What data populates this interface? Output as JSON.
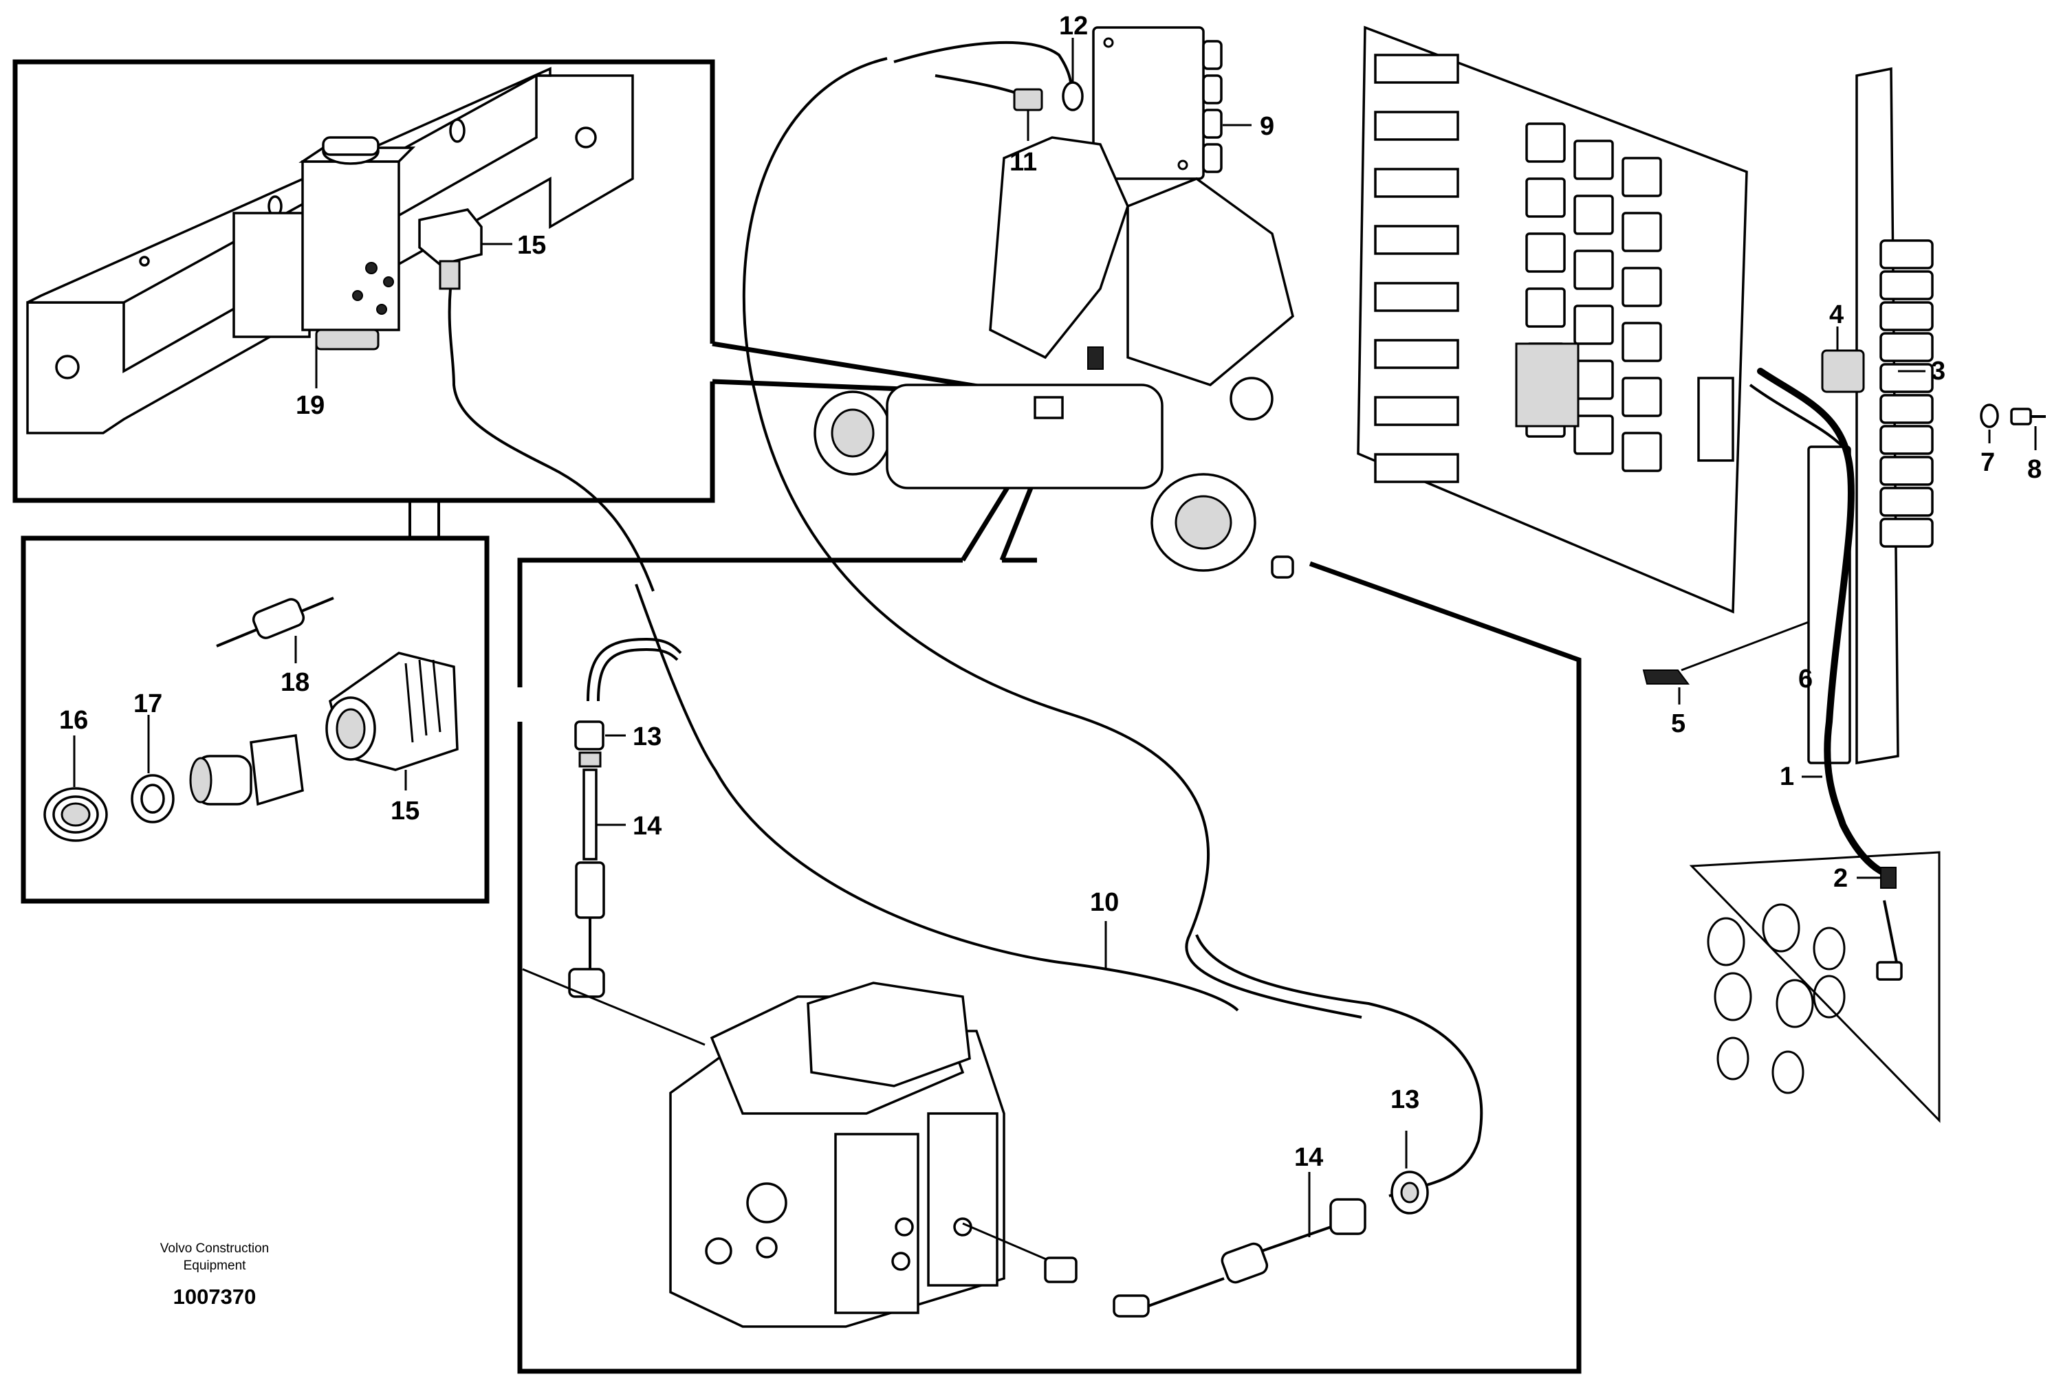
{
  "callouts": {
    "c1": "1",
    "c2": "2",
    "c3": "3",
    "c4": "4",
    "c5": "5",
    "c6": "6",
    "c7": "7",
    "c8": "8",
    "c9": "9",
    "c10": "10",
    "c11": "11",
    "c12": "12",
    "c13a": "13",
    "c13b": "13",
    "c14a": "14",
    "c14b": "14",
    "c15a": "15",
    "c15b": "15",
    "c16": "16",
    "c17": "17",
    "c18": "18",
    "c19": "19"
  },
  "footer": {
    "brand_line1": "Volvo Construction",
    "brand_line2": "Equipment",
    "part_number": "1007370"
  }
}
